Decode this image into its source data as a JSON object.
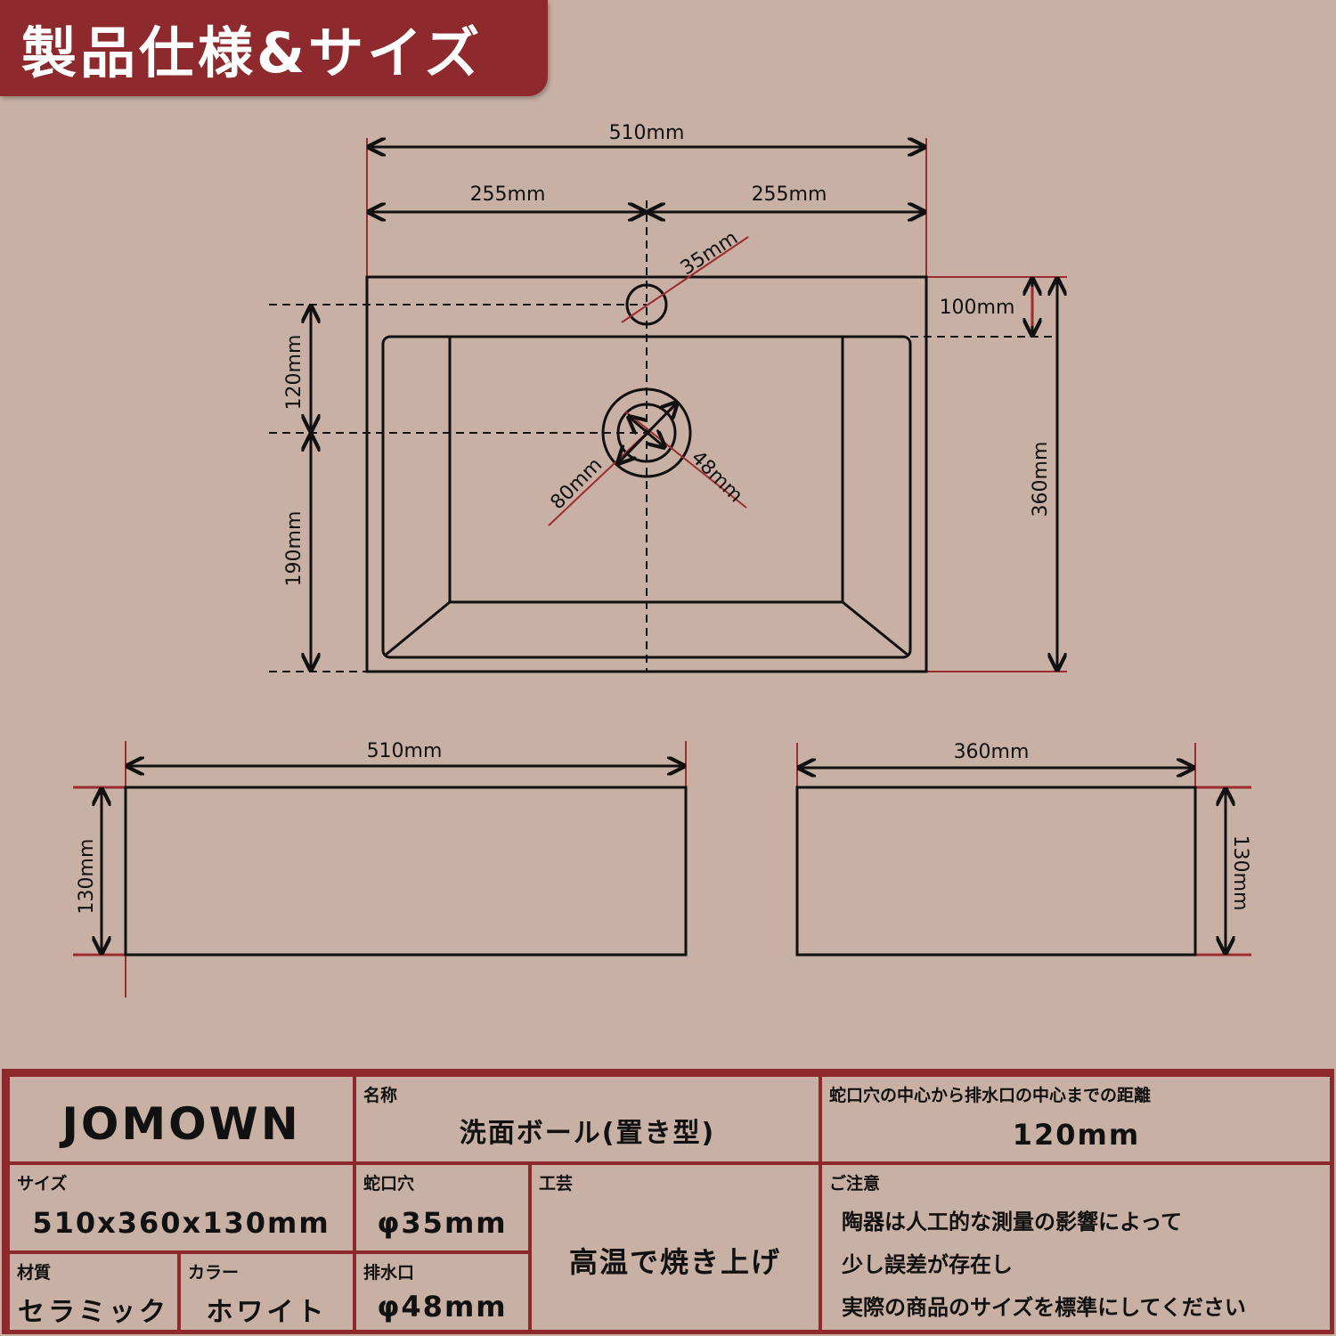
{
  "title": "製品仕様&サイズ",
  "colors": {
    "background": "#c9b0a4",
    "accent": "#8e2a2d",
    "line": "#111111",
    "extension_line": "#9b2c2f"
  },
  "top_view": {
    "overall_width": "510mm",
    "half_width_left": "255mm",
    "half_width_right": "255mm",
    "faucet_hole_diameter": "35mm",
    "faucet_hole_offset_from_back": "100mm",
    "overall_depth": "360mm",
    "faucet_to_drain": "120mm",
    "drain_to_front": "190mm",
    "drain_outer_diameter": "80mm",
    "drain_inner_diameter": "48mm"
  },
  "front_view": {
    "width": "510mm",
    "height": "130mm"
  },
  "side_view": {
    "width": "360mm",
    "height": "130mm"
  },
  "spec_table": {
    "brand": "JOMOWN",
    "name_label": "名称",
    "name_value": "洗面ボール(置き型)",
    "distance_label": "蛇口穴の中心から排水口の中心までの距離",
    "distance_value": "120mm",
    "size_label": "サイズ",
    "size_value": "510x360x130mm",
    "faucet_label": "蛇口穴",
    "faucet_value": "φ35mm",
    "craft_label": "工芸",
    "craft_value": "高温で焼き上げ",
    "notice_label": "ご注意",
    "notice_lines": [
      "陶器は人工的な測量の影響によって",
      "少し誤差が存在し",
      "実際の商品のサイズを標準にしてください"
    ],
    "material_label": "材質",
    "material_value": "セラミック",
    "color_label": "カラー",
    "color_value": "ホワイト",
    "drain_label": "排水口",
    "drain_value": "φ48mm"
  }
}
